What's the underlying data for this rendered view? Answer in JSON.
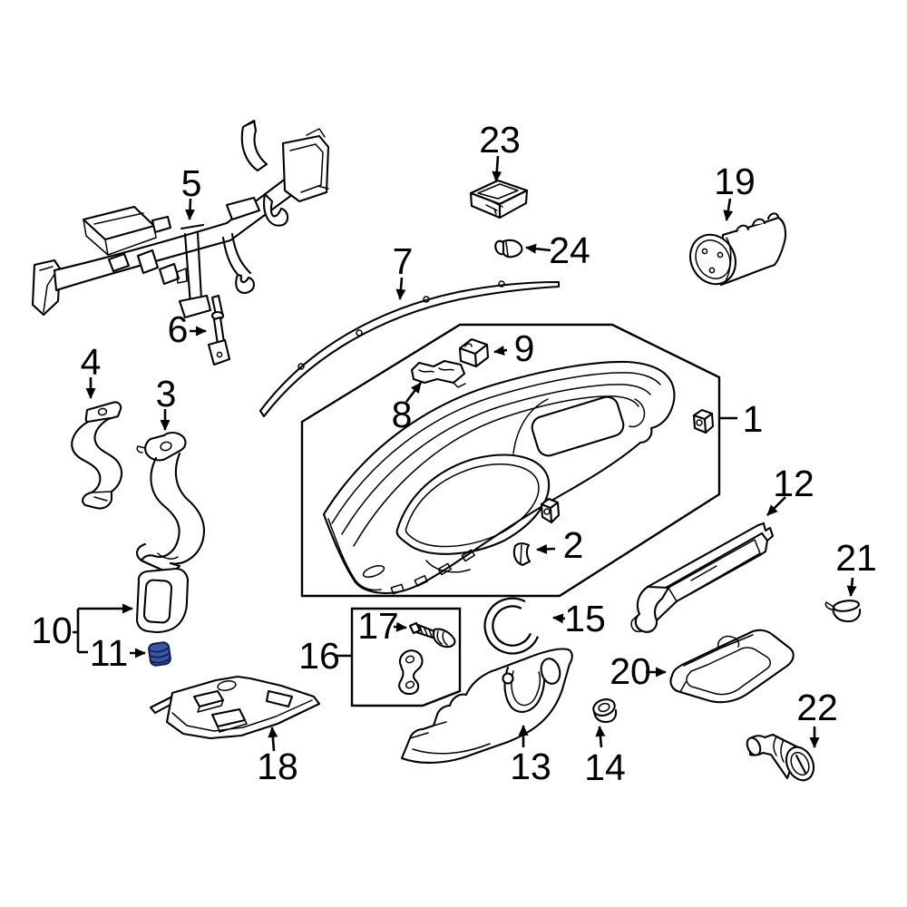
{
  "diagram": {
    "background": "#ffffff",
    "line_color": "#000000",
    "selected_part": {
      "number": "11",
      "fill": "#3a57a7",
      "outline": "#13214f"
    },
    "labels": {
      "p1": "1",
      "p2": "2",
      "p3": "3",
      "p4": "4",
      "p5": "5",
      "p6": "6",
      "p7": "7",
      "p8": "8",
      "p9": "9",
      "p10": "10",
      "p11": "11",
      "p12": "12",
      "p13": "13",
      "p14": "14",
      "p15": "15",
      "p16": "16",
      "p17": "17",
      "p18": "18",
      "p19": "19",
      "p20": "20",
      "p21": "21",
      "p22": "22",
      "p23": "23",
      "p24": "24"
    }
  }
}
